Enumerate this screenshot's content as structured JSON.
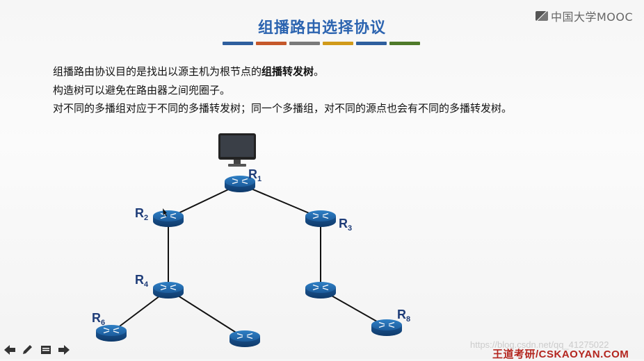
{
  "logo": {
    "text": "中国大学MOOC"
  },
  "slide": {
    "title": "组播路由选择协议",
    "title_bar_colors": [
      "#2f5f9e",
      "#c5582b",
      "#7a7a7a",
      "#d19a1a",
      "#2f5f9e",
      "#4f7a2a"
    ],
    "para1_prefix": "组播路由协议目的是找出以源主机为根节点的",
    "para1_bold": "组播转发树",
    "para1_suffix": "。",
    "para2": "构造树可以避免在路由器之间兜圈子。",
    "para3": "对不同的多播组对应于不同的多播转发树；同一个多播组，对不同的源点也会有不同的多播转发树。"
  },
  "diagram": {
    "icons": {
      "host": "monitor-icon",
      "router": "router-icon"
    },
    "labels": {
      "R1": {
        "main": "R",
        "sub": "1"
      },
      "R2": {
        "main": "R",
        "sub": "2"
      },
      "R3": {
        "main": "R",
        "sub": "3"
      },
      "R4": {
        "main": "R",
        "sub": "4"
      },
      "R6": {
        "main": "R",
        "sub": "6"
      },
      "R8": {
        "main": "R",
        "sub": "8"
      }
    }
  },
  "toolbar": {
    "icons": [
      "arrow-left-icon",
      "pen-icon",
      "slides-icon",
      "arrow-right-icon"
    ]
  },
  "watermark": "https://blog.csdn.net/qq_41275022",
  "footer_brand": "王道考研/CSKAOYAN.COM"
}
